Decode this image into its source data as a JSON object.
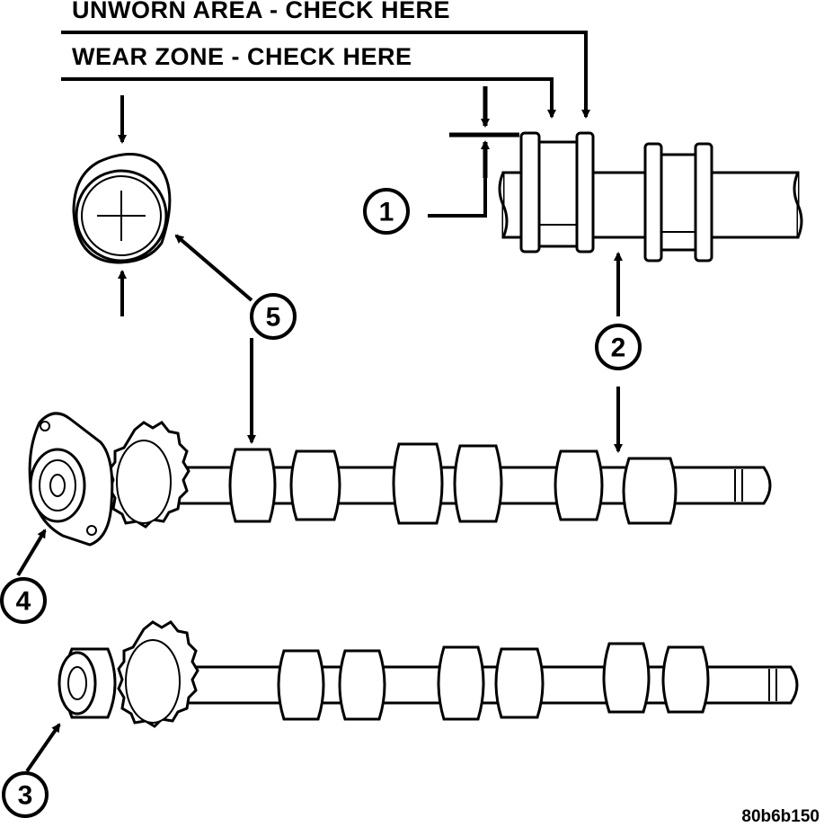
{
  "labels": {
    "unworn_area": "UNWORN AREA - CHECK HERE",
    "wear_zone": "WEAR ZONE - CHECK HERE"
  },
  "callouts": [
    "1",
    "2",
    "3",
    "4",
    "5"
  ],
  "figure_code": "80b6b150"
}
